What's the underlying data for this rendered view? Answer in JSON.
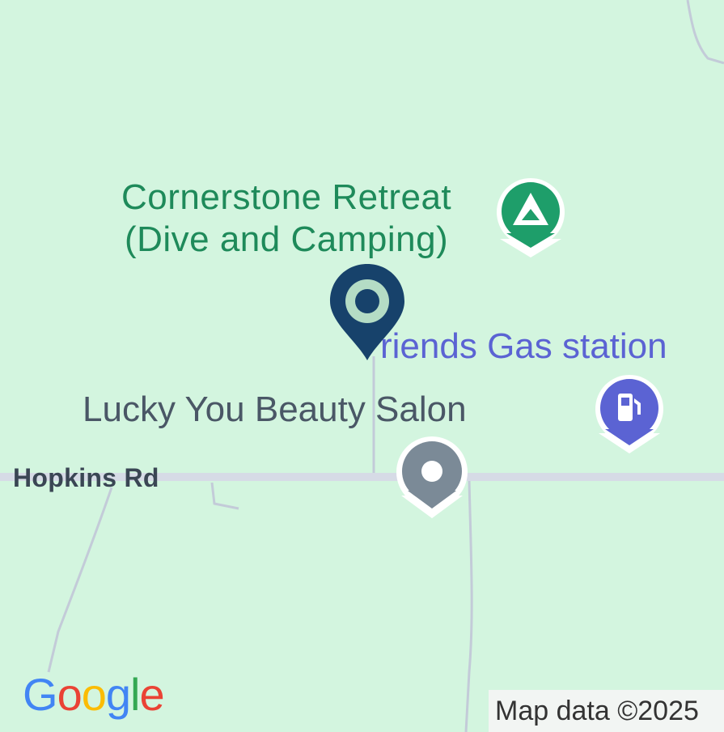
{
  "map": {
    "background_color": "#d3f5df",
    "pois": [
      {
        "name_line1": "Cornerstone Retreat",
        "name_line2": "(Dive and Camping)",
        "icon": "campground-icon",
        "color": "#1e9e6a"
      },
      {
        "name": "riends Gas station",
        "icon": "gas-station-icon",
        "color": "#5b63d3"
      },
      {
        "name": "Lucky You Beauty Salon",
        "icon": "generic-poi-icon",
        "color": "#7b8a97"
      }
    ],
    "selected_marker": {
      "icon": "location-pin-icon",
      "color": "#17426b"
    },
    "road": {
      "name": "Hopkins Rd"
    },
    "logo": {
      "letters": [
        "G",
        "o",
        "o",
        "g",
        "l",
        "e"
      ],
      "colors": [
        "#4285f4",
        "#ea4335",
        "#fbbc05",
        "#4285f4",
        "#34a853",
        "#ea4335"
      ]
    },
    "attribution": "Map data ©2025"
  }
}
